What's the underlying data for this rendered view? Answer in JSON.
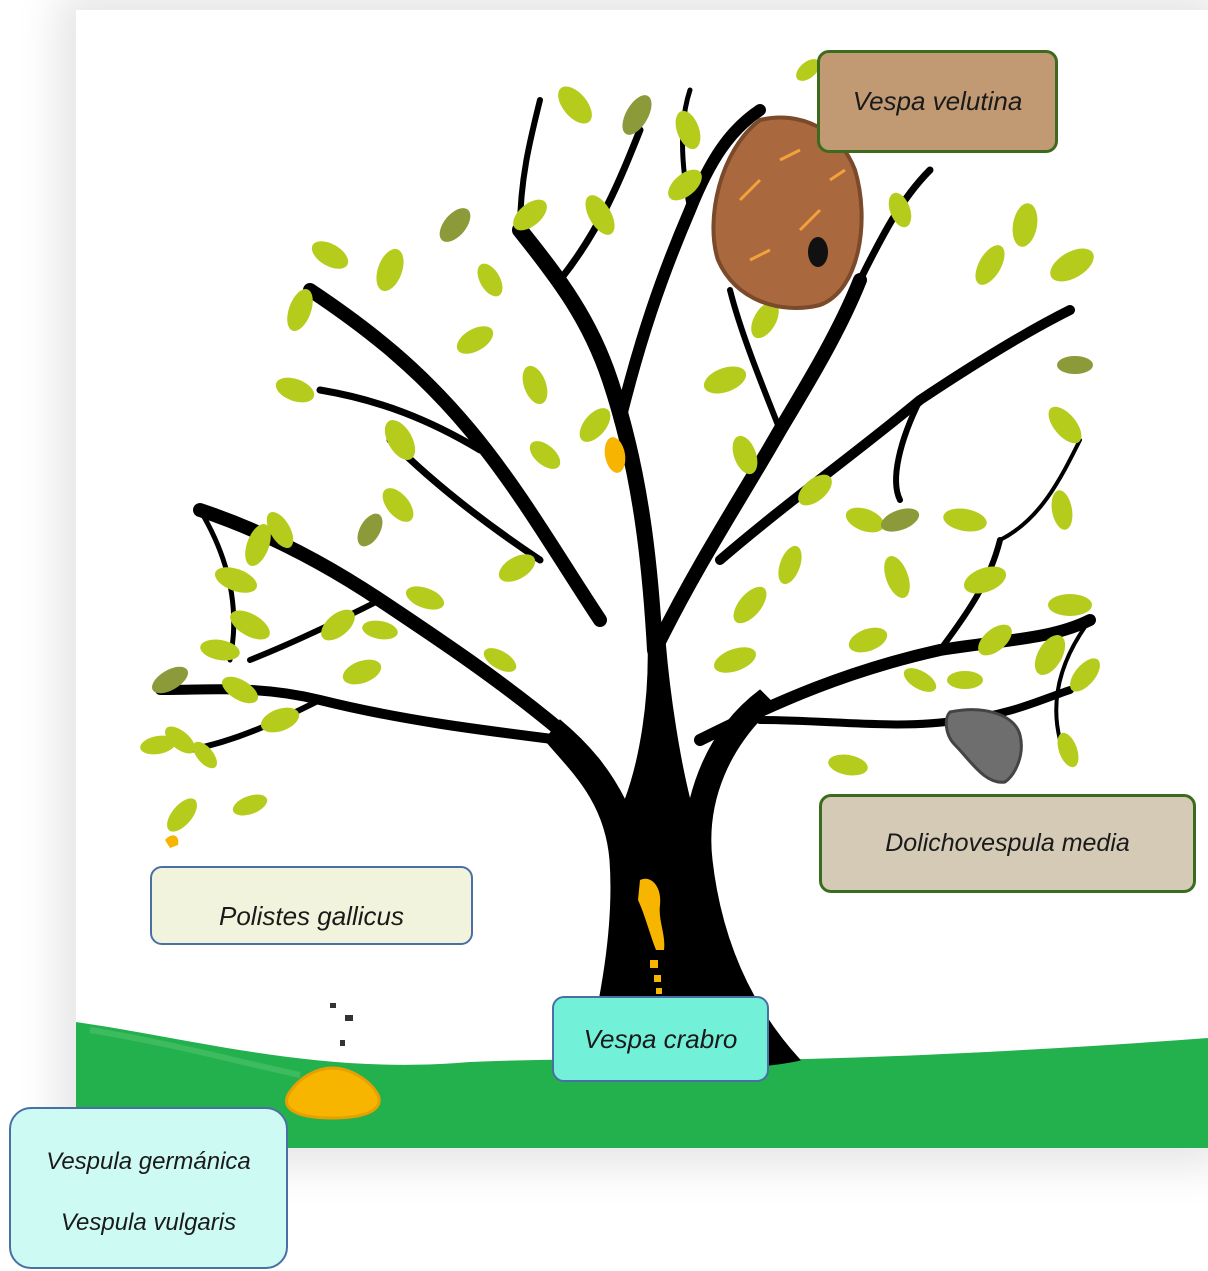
{
  "labels": {
    "vespa_velutina": "Vespa velutina",
    "dolichovespula_media": "Dolichovespula media",
    "polistes_gallicus": "Polistes gallicus",
    "vespa_crabro": "Vespa crabro",
    "vespula_germanica": "Vespula germánica",
    "vespula_vulgaris": "Vespula vulgaris"
  },
  "colors": {
    "grass": "#23b14d",
    "trunk": "#000000",
    "leaf_light": "#b5cc1c",
    "leaf_dark": "#8c9a3a",
    "velutina_nest": "#a9683d",
    "media_nest": "#6e6e6e",
    "yellow_nest": "#f7b500"
  }
}
